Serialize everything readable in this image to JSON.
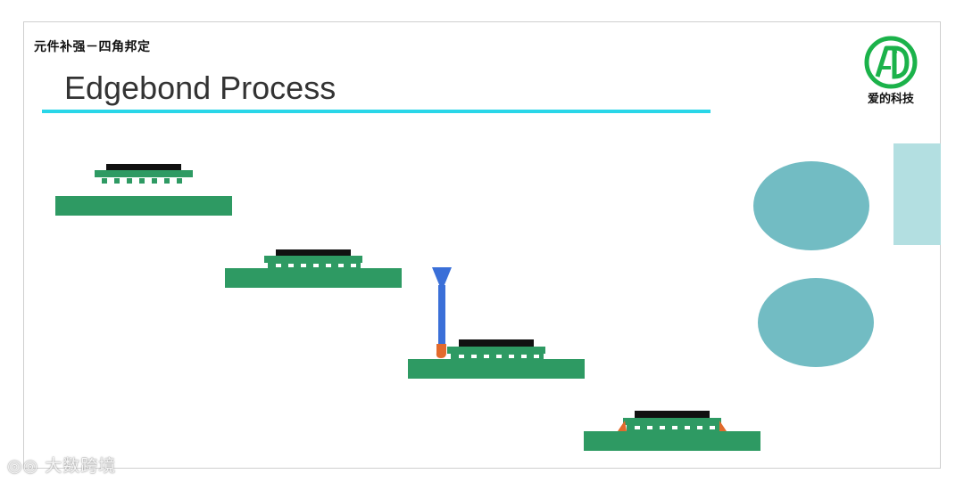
{
  "header": {
    "subtitle": "元件补强－四角邦定",
    "title": "Edgebond Process"
  },
  "logo": {
    "mark": "AD",
    "text": "爱的科技",
    "color": "#1bb24a"
  },
  "watermark": {
    "text": "大数跨境"
  },
  "colors": {
    "board": "#2e9a63",
    "chip": "#111111",
    "bump": "#ffffff",
    "needle": "#3a6fd8",
    "adhesive": "#e26a2c",
    "accent_rule": "#29d6e8",
    "ellipse": "#72bcc3",
    "side_panel": "#b3dfe1"
  }
}
